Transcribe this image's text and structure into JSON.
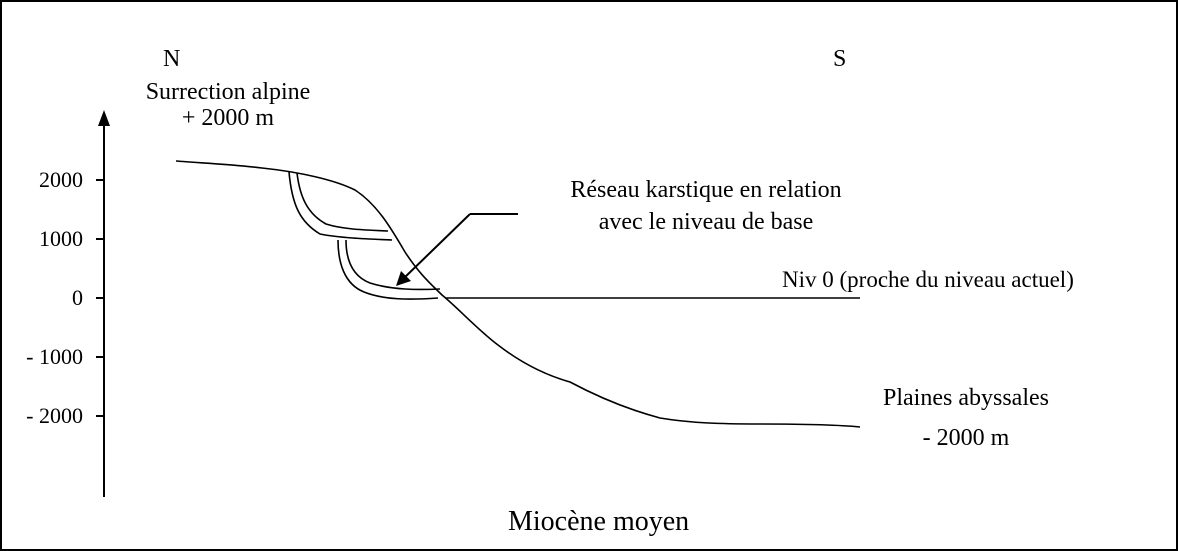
{
  "orientation": {
    "north": "N",
    "south": "S"
  },
  "uplift": {
    "line1": "Surrection alpine",
    "line2": "+ 2000 m"
  },
  "axis": {
    "ticks": [
      "2000",
      "1000",
      "0",
      "- 1000",
      "- 2000"
    ]
  },
  "annotations": {
    "karst_line1": "Réseau karstique en relation",
    "karst_line2": "avec le niveau de base",
    "niv0": "Niv 0 (proche du niveau actuel)",
    "plaines_line1": "Plaines abyssales",
    "plaines_line2": "- 2000 m"
  },
  "caption": "Miocène moyen"
}
